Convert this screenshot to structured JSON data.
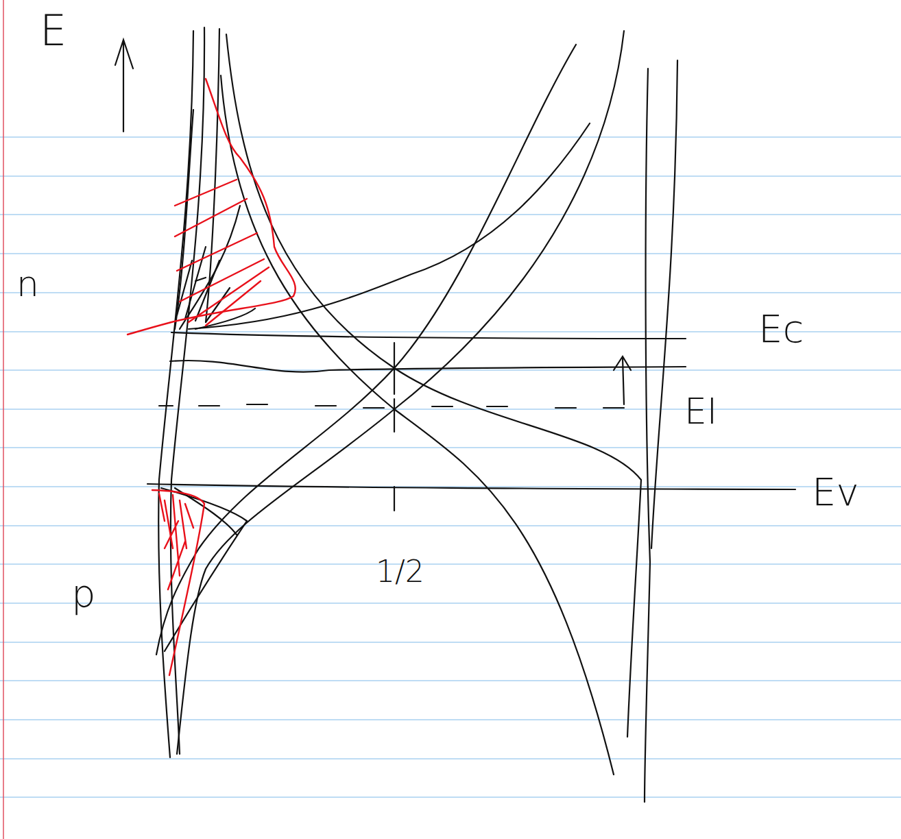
{
  "diagram": {
    "labels": [
      "E",
      "n",
      "Ec",
      "EI",
      "Ev",
      "p",
      "1/2"
    ]
  }
}
